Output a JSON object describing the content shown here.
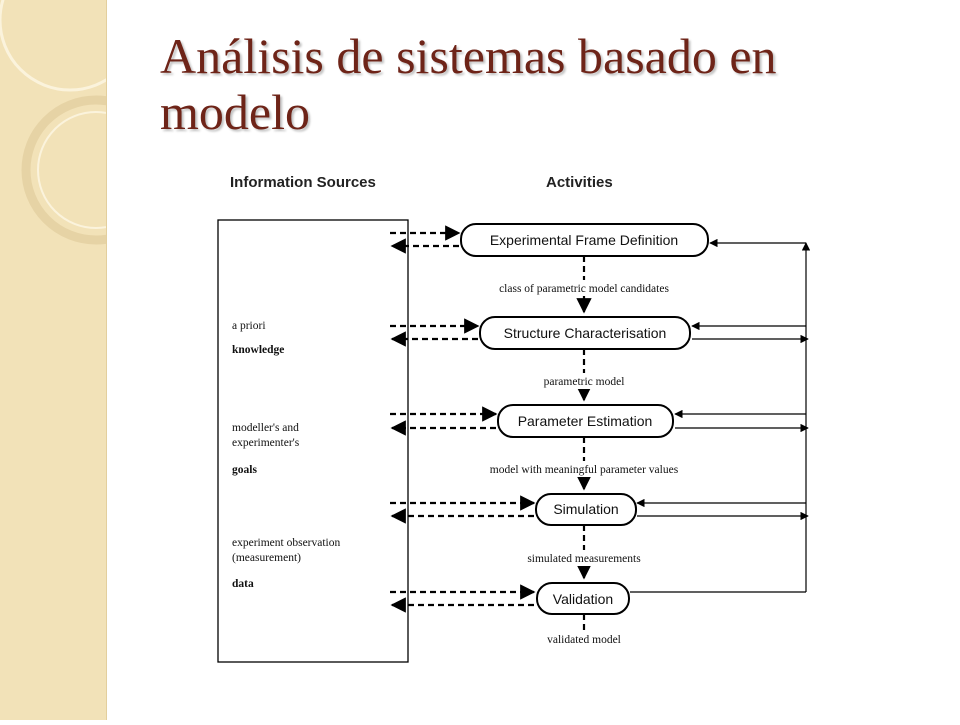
{
  "slide": {
    "title": "Análisis de sistemas basado en modelo"
  },
  "diagram": {
    "header_sources": "Information Sources",
    "header_activities": "Activities",
    "sources": {
      "apriori": "a priori",
      "knowledge": "knowledge",
      "goals_line1": "modeller's and",
      "goals_line2": "experimenter's",
      "goals": "goals",
      "obs_line1": "experiment observation",
      "obs_line2": "(measurement)",
      "data": "data"
    },
    "activities": [
      {
        "label": "Experimental Frame Definition"
      },
      {
        "label": "Structure Characterisation"
      },
      {
        "label": "Parameter Estimation"
      },
      {
        "label": "Simulation"
      },
      {
        "label": "Validation"
      }
    ],
    "flows": [
      {
        "label": "class of parametric  model candidates"
      },
      {
        "label": "parametric  model"
      },
      {
        "label": "model with meaningful parameter values"
      },
      {
        "label": "simulated measurements"
      },
      {
        "label": "validated model"
      }
    ]
  },
  "colors": {
    "title": "#6e2418",
    "sidebar": "#f2e2b8"
  }
}
